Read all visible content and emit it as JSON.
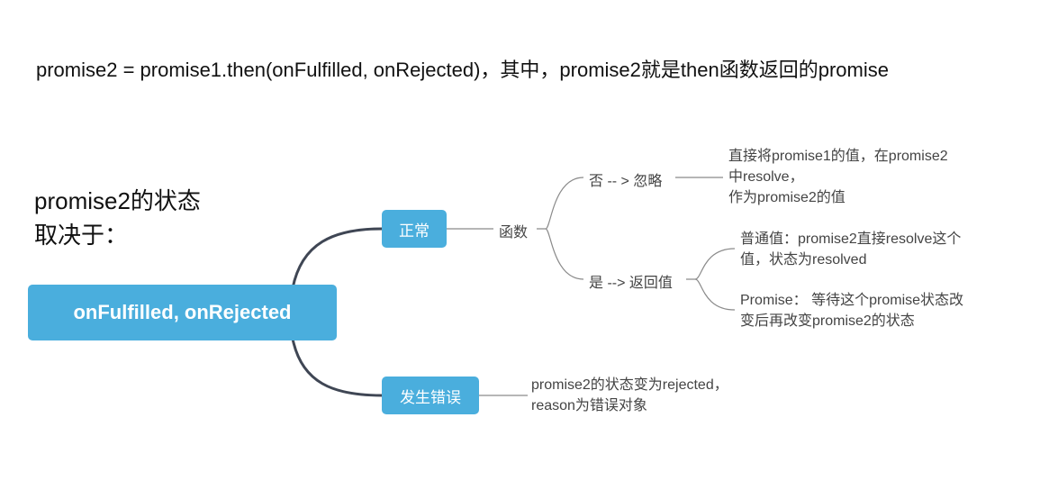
{
  "headline": "promise2 = promise1.then(onFulfilled, onRejected)，其中，promise2就是then函数返回的promise",
  "side_title": {
    "line1": "promise2的状态",
    "line2": "取决于："
  },
  "root": {
    "label": "onFulfilled, onRejected"
  },
  "branches": {
    "normal": {
      "label": "正常",
      "child": {
        "label": "函数",
        "no": {
          "label": "否 -- > 忽略",
          "note": [
            "直接将promise1的值，在promise2",
            "中resolve，",
            "作为promise2的值"
          ]
        },
        "yes": {
          "label": "是 --> 返回值",
          "plain": [
            "普通值：promise2直接resolve这个",
            "值，状态为resolved"
          ],
          "promise": [
            "Promise： 等待这个promise状态改",
            "变后再改变promise2的状态"
          ]
        }
      }
    },
    "error": {
      "label": "发生错误",
      "note": [
        "promise2的状态变为rejected，",
        "reason为错误对象"
      ]
    }
  },
  "colors": {
    "node": "#4aaedd",
    "trunk": "#3f4654",
    "thin_line": "#8a8a8a"
  }
}
